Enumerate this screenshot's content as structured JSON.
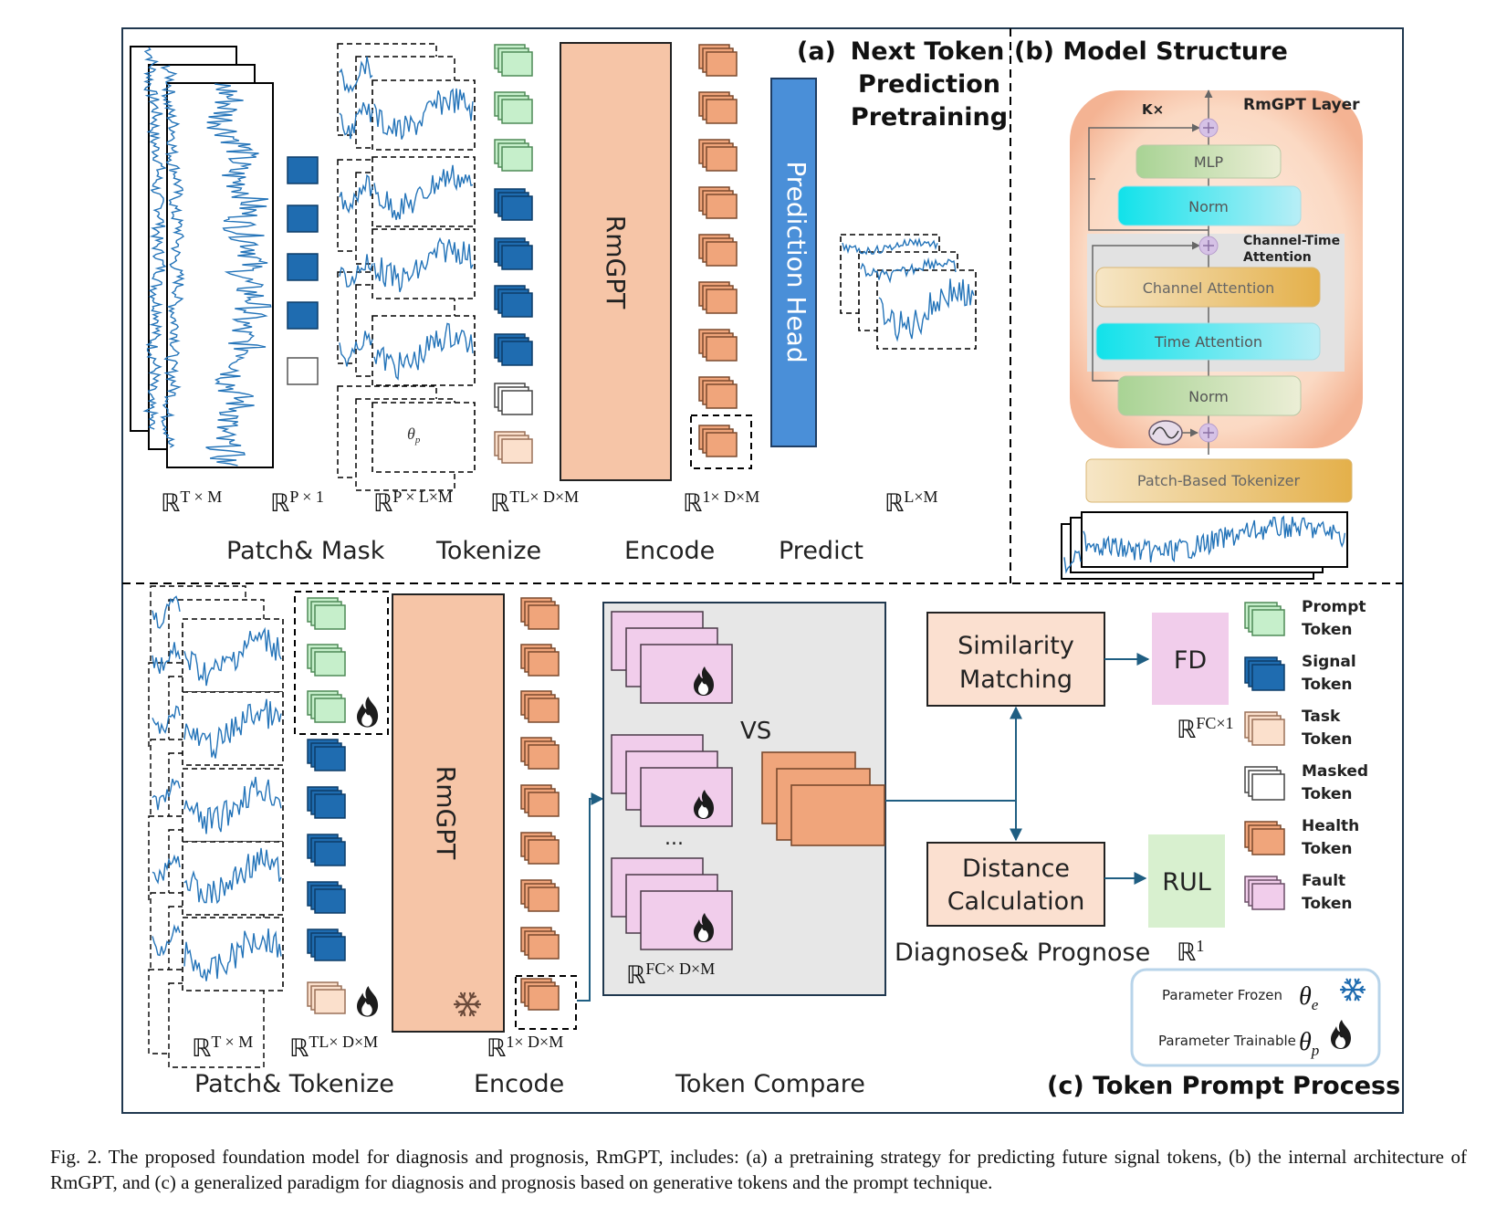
{
  "panel_a": {
    "title_tag": "(a)",
    "title_line1": "Next Token",
    "title_line2": "Prediction",
    "title_line3": "Pretraining",
    "rmgpt_label": "RmGPT",
    "pred_head_label": "Prediction Head",
    "theta_p": "θ",
    "theta_p_sub": "p",
    "dims": {
      "tm_base": "ℝ",
      "tm_sup": "T × M",
      "p1_base": "ℝ",
      "p1_sup": "P × 1",
      "plm_base": "ℝ",
      "plm_sup": "P × L×M",
      "tldm_base": "ℝ",
      "tldm_sup": "TL× D×M",
      "odm_base": "ℝ",
      "odm_sup": "1× D×M",
      "lm_base": "ℝ",
      "lm_sup": "L×M"
    },
    "stages": [
      "Patch& Mask",
      "Tokenize",
      "Encode",
      "Predict"
    ]
  },
  "panel_b": {
    "title": "(b) Model Structure",
    "layer_title": "RmGPT Layer",
    "kx": "K×",
    "mlp": "MLP",
    "norm_top": "Norm",
    "ct_attention_line1": "Channel-Time",
    "ct_attention_line2": "Attention",
    "channel_attention": "Channel Attention",
    "time_attention": "Time Attention",
    "norm_bottom": "Norm",
    "tokenizer": "Patch-Based Tokenizer"
  },
  "panel_c": {
    "title": "(c) Token Prompt Process",
    "rmgpt_label": "RmGPT",
    "vs": "VS",
    "dots": "...",
    "similarity_line1": "Similarity",
    "similarity_line2": "Matching",
    "distance_line1": "Distance",
    "distance_line2": "Calculation",
    "fd": "FD",
    "rul": "RUL",
    "fc1_base": "ℝ",
    "fc1_sup": "FC×1",
    "r1_base": "ℝ",
    "r1_sup": "1",
    "fcdm_base": "ℝ",
    "fcdm_sup": "FC× D×M",
    "tm_base": "ℝ",
    "tm_sup": "T × M",
    "tldm_base": "ℝ",
    "tldm_sup": "TL× D×M",
    "odm_base": "ℝ",
    "odm_sup": "1× D×M",
    "diagnose_label": "Diagnose& Prognose",
    "stages": [
      "Patch& Tokenize",
      "Encode",
      "Token Compare"
    ],
    "legend": [
      {
        "line1": "Prompt",
        "line2": "Token",
        "fill": "#c6efcb",
        "stroke": "#4f8a57"
      },
      {
        "line1": "Signal",
        "line2": "Token",
        "fill": "#1f6cb0",
        "stroke": "#0d3d69"
      },
      {
        "line1": "Task",
        "line2": "Token",
        "fill": "#fbe0cc",
        "stroke": "#9a7158"
      },
      {
        "line1": "Masked",
        "line2": "Token",
        "fill": "#ffffff",
        "stroke": "#444444"
      },
      {
        "line1": "Health",
        "line2": "Token",
        "fill": "#f0a57b",
        "stroke": "#7a4a2e"
      },
      {
        "line1": "Fault",
        "line2": "Token",
        "fill": "#f1cdeb",
        "stroke": "#6a4f66"
      }
    ],
    "param_frozen": "Parameter Frozen",
    "param_trainable": "Parameter Trainable",
    "theta_e": "θ",
    "theta_e_sub": "e",
    "theta_p": "θ",
    "theta_p_sub": "p"
  },
  "caption": "Fig. 2.  The proposed foundation model for diagnosis and prognosis, RmGPT, includes: (a) a pretraining strategy for predicting future signal tokens, (b) the internal architecture of RmGPT, and (c) a generalized paradigm for diagnosis and prognosis based on generative tokens and the prompt technique.",
  "colors": {
    "signal_blue": "#1f6cb0",
    "wave_blue": "#2474b9",
    "encoder_fill": "#f6c5a7",
    "health_orange": "#f0a57b",
    "fault_pink": "#f1cdeb",
    "prompt_green": "#c6efcb",
    "arrow_teal": "#1f5e82"
  }
}
